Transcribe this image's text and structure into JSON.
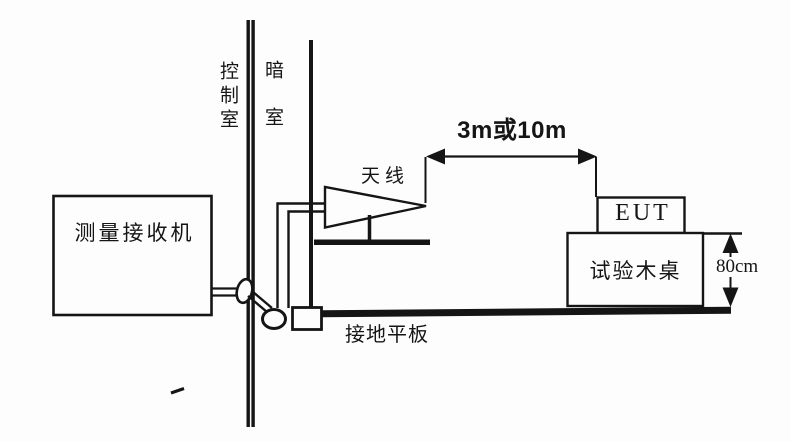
{
  "colors": {
    "ink": "#151515",
    "paper": "#fdfdfd"
  },
  "walls": {
    "control_room": "控制室",
    "dark_room": "暗室"
  },
  "equipment": {
    "receiver": "测量接收机",
    "antenna": "天线",
    "eut": "EUT",
    "test_table": "试验木桌",
    "ground_plane": "接地平板"
  },
  "dimensions": {
    "antenna_distance": "3m或10m",
    "table_height": "80cm"
  }
}
